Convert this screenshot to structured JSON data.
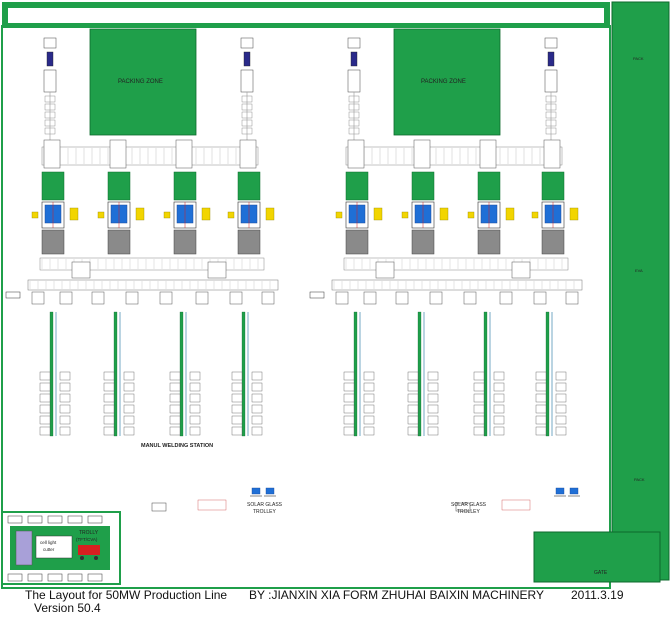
{
  "diagram": {
    "packing_zone_label": "PACKING ZONE",
    "manual_welding_label": "MANUL WELDING STATION",
    "solar_glass_label_1": "SOLAR GLASS",
    "solar_glass_label_2": "TROLLEY",
    "trolley_label_1": "TROLLY",
    "trolley_label_2": "(TFT/CVA)",
    "cell_cutter_label_1": "cell light",
    "cell_cutter_label_2": "cutter",
    "side_label_top": "PACK",
    "side_label_mid": "EVA",
    "side_label_low": "PACK",
    "gate_label": "GATE",
    "footer_title": "The Layout for 50MW Production Line",
    "footer_by": "BY :JIANXIN XIA FORM ZHUHAI BAIXIN MACHINERY",
    "footer_date": "2011.3.19",
    "footer_version": "Version  50.4",
    "colors": {
      "green": "#1f9f4a",
      "dark_green": "#0c6a2c",
      "blue": "#1f6fd6",
      "yellow": "#f2d500",
      "gray": "#8a8a8a",
      "red": "#d82020"
    }
  }
}
